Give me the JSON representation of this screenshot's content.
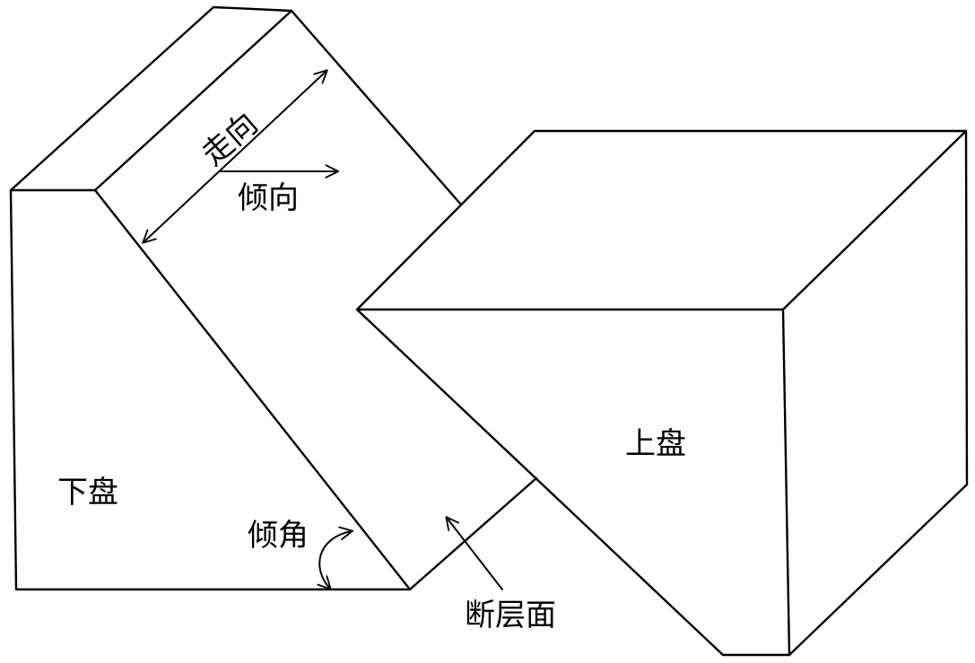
{
  "labels": {
    "strike": "走向",
    "dip_direction": "倾向",
    "footwall": "下盘",
    "dip_angle": "倾角",
    "fault_plane": "断层面",
    "hanging_wall": "上盘"
  },
  "colors": {
    "line": "#000000",
    "background": "#ffffff"
  }
}
